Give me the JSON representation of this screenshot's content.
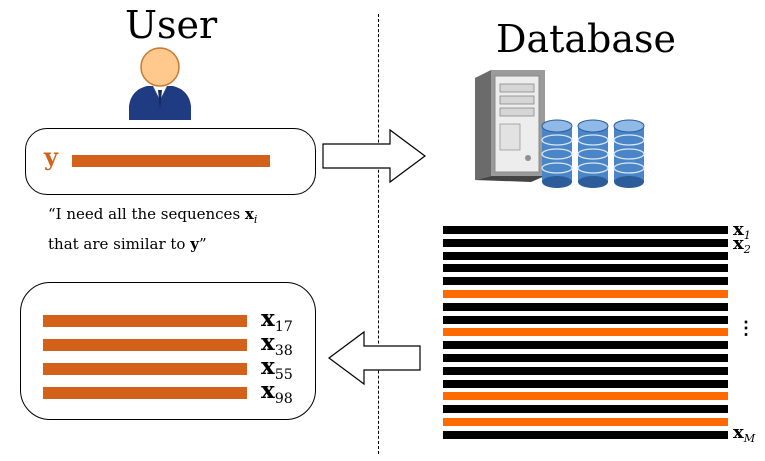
{
  "user": {
    "title": "User",
    "query_label": "y",
    "request_line1_prefix": "“I need all the sequences ",
    "request_line1_var": "x",
    "request_line1_sub": "i",
    "request_line2_prefix": "that are similar to ",
    "request_line2_var": "y",
    "request_line2_suffix": "”"
  },
  "database": {
    "title": "Database",
    "stripes": [
      "black",
      "black",
      "black",
      "black",
      "black",
      "orange",
      "black",
      "black",
      "orange",
      "black",
      "black",
      "black",
      "black",
      "orange",
      "black",
      "orange",
      "black"
    ],
    "labels": [
      {
        "base": "x",
        "sub": "1"
      },
      {
        "base": "x",
        "sub": "2"
      },
      {
        "base": "⋮",
        "sub": ""
      },
      {
        "base": "x",
        "sub": "M"
      }
    ],
    "colors": {
      "black": "#000000",
      "orange": "#ff6a00"
    }
  },
  "results": {
    "items": [
      {
        "base": "x",
        "sub": "17"
      },
      {
        "base": "x",
        "sub": "38"
      },
      {
        "base": "x",
        "sub": "55"
      },
      {
        "base": "x",
        "sub": "98"
      }
    ],
    "bar_color": "#d4611a"
  },
  "icons": [
    "user-avatar-icon",
    "server-tower-icon",
    "database-cylinder-icon",
    "right-arrow-icon",
    "left-arrow-icon"
  ]
}
